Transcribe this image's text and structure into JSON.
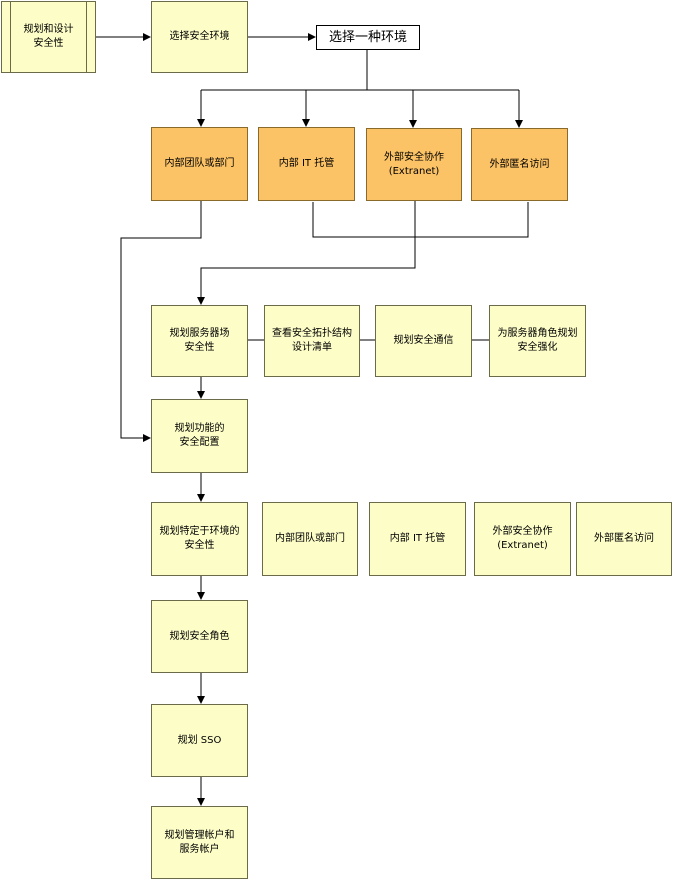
{
  "colors": {
    "yellow": "#fdfdc8",
    "orange": "#fbc266",
    "line": "#000000"
  },
  "nodes": {
    "start": "规划和设计\n安全性",
    "choose_env": "选择安全环境",
    "choose_one": "选择一种环境",
    "env1": "内部团队或部门",
    "env2": "内部 IT 托管",
    "env3": "外部安全协作\n(Extranet)",
    "env4": "外部匿名访问",
    "farm": "规划服务器场\n安全性",
    "topology": "查看安全拓扑结构\n设计清单",
    "comm": "规划安全通信",
    "hardening": "为服务器角色规划\n安全强化",
    "feature": "规划功能的\n安全配置",
    "specific": "规划特定于环境的\n安全性",
    "spec1": "内部团队或部门",
    "spec2": "内部 IT 托管",
    "spec3": "外部安全协作\n(Extranet)",
    "spec4": "外部匿名访问",
    "roles": "规划安全角色",
    "sso": "规划 SSO",
    "accounts": "规划管理帐户和\n服务帐户"
  }
}
